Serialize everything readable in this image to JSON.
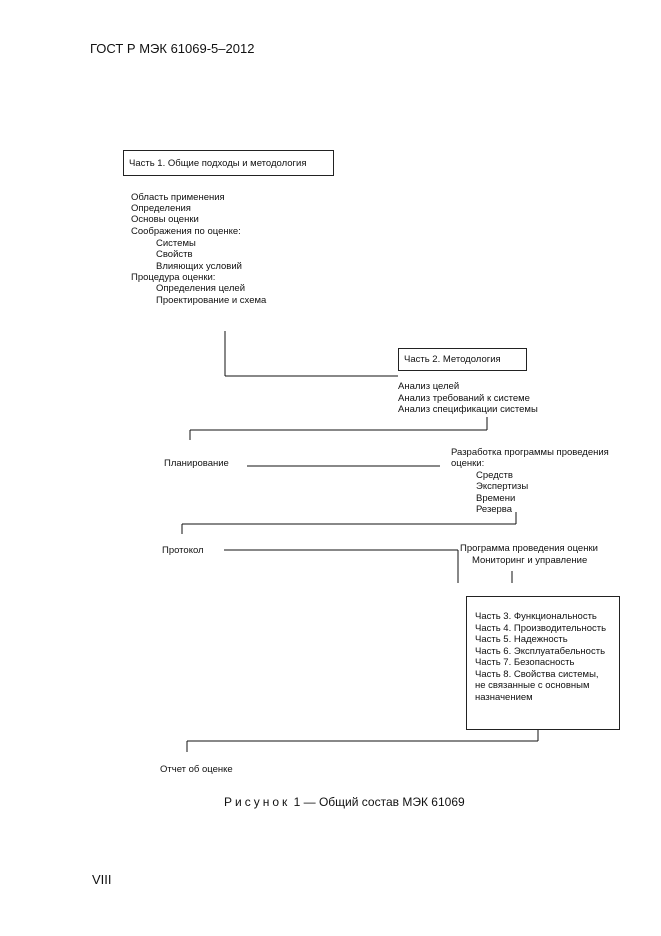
{
  "header": {
    "standard": "ГОСТ Р МЭК 61069-5–2012"
  },
  "part1": {
    "title": "Часть 1. Общие подходы и методология",
    "items": [
      "Область применения",
      "Определения",
      "Основы оценки",
      "Соображения по оценке:",
      "Системы",
      "Свойств",
      "Влияющих условий",
      "Процедура оценки:",
      "Определения целей",
      "Проектирование и схема"
    ]
  },
  "part2": {
    "title": "Часть 2. Методология",
    "items": [
      "Анализ целей",
      "Анализ требований к системе",
      "Анализ спецификации системы"
    ]
  },
  "planning": {
    "label": "Планирование",
    "program": [
      "Разработка программы проведения",
      "оценки:"
    ],
    "program_items": [
      "Средств",
      "Экспертизы",
      "Времени",
      "Резерва"
    ]
  },
  "protocol": {
    "label": "Протокол",
    "program": "Программа проведения оценки",
    "monitoring": "Мониторинг и управление"
  },
  "parts": {
    "items": [
      "Часть 3. Функциональность",
      "Часть 4. Производительность",
      "Часть 5. Надежность",
      "Часть 6. Эксплуатабельность",
      "Часть 7. Безопасность",
      "Часть 8. Свойства системы,",
      "не связанные с основным",
      "назначением"
    ]
  },
  "report": {
    "label": "Отчет об оценке"
  },
  "caption": {
    "word": "Рисунок",
    "number": "1",
    "text": "— Общий состав МЭК 61069"
  },
  "footer": {
    "page": "VIII"
  }
}
